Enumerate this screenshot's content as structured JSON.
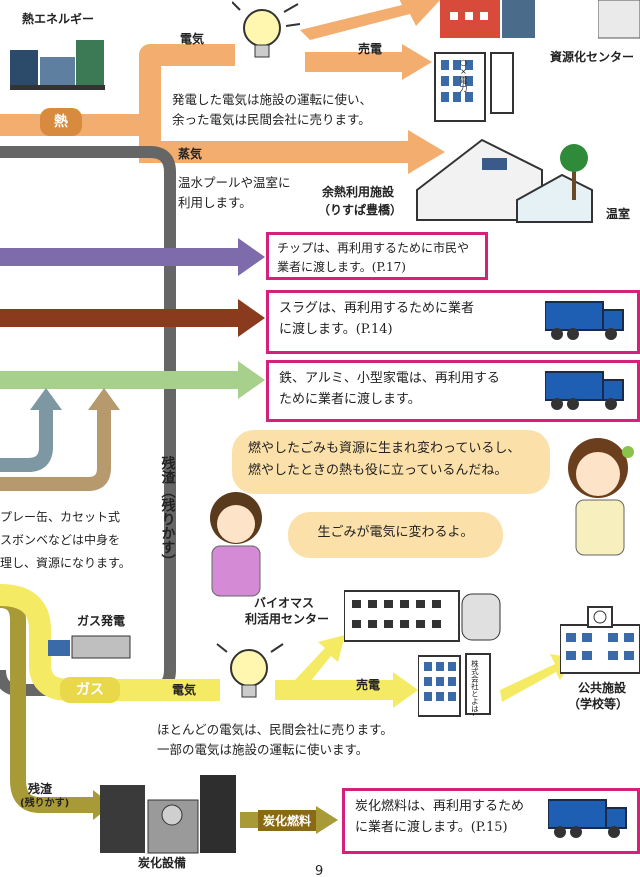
{
  "heat_section": {
    "heat_energy_label": "熱エネルギー",
    "heat_label": "熱",
    "electricity_label": "電気",
    "sell_power_label": "売電",
    "steam_label": "蒸気",
    "recycle_center_label": "資源化センター",
    "power_text_line1": "発電した電気は施設の運転に使い、",
    "power_text_line2": "余った電気は民間会社に売ります。",
    "hotwater_text_line1": "温水プールや温室に",
    "hotwater_text_line2": "利用します。",
    "waste_heat_facility": "余熱利用施設",
    "waste_heat_facility_name": "（りすぱ豊橋）",
    "greenhouse_label": "温室",
    "building_sign": "○×電力"
  },
  "recycle_boxes": {
    "chip_line1": "チップは、再利用するために市民や",
    "chip_line2": "業者に渡します。(P.17)",
    "slag_line1": "スラグは、再利用するために業者",
    "slag_line2": "に渡します。(P.14)",
    "metal_line1": "鉄、アルミ、小型家電は、再利用する",
    "metal_line2": "ために業者に渡します。"
  },
  "dialogue": {
    "girl_line1": "燃やしたごみも資源に生まれ変わっているし、",
    "girl_line2": "燃やしたときの熱も役に立っているんだね。",
    "woman_line": "生ごみが電気に変わるよ。"
  },
  "residue_label": "残渣（残りかす）",
  "spray_note": {
    "line1": "プレー缶、カセット式",
    "line2": "スボンベなどは中身を",
    "line3": "理し、資源になります。"
  },
  "biomass_section": {
    "gas_power_label": "ガス発電",
    "gas_label": "ガス",
    "electricity_label": "電気",
    "biomass_center_line1": "バイオマス",
    "biomass_center_line2": "利活用センター",
    "sell_power_label": "売電",
    "building_sign": "株式会社とよはし電力",
    "public_facility_line1": "公共施設",
    "public_facility_line2": "（学校等）",
    "power_text_line1": "ほとんどの電気は、民間会社に売ります。",
    "power_text_line2": "一部の電気は施設の運転に使います。"
  },
  "carbon_section": {
    "residue_label_line1": "残渣",
    "residue_label_line2": "(残りかす)",
    "carbon_fuel_tag": "炭化燃料",
    "carbon_facility_label": "炭化設備",
    "fuel_box_line1": "炭化燃料は、再利用するため",
    "fuel_box_line2": "に業者に渡します。(P.15)"
  },
  "page_number": "9",
  "colors": {
    "heat_orange": "#f3ad6f",
    "frame_gray": "#666666",
    "chip_purple": "#7d6bab",
    "slag_brown": "#8a3b1d",
    "metal_green": "#a8d08d",
    "pink_border": "#d6217a",
    "gas_yellow": "#f5ea63",
    "carbon_olive": "#a89a36",
    "truck_blue": "#1e5fb4",
    "bubble_beige": "#fbe0a9"
  }
}
